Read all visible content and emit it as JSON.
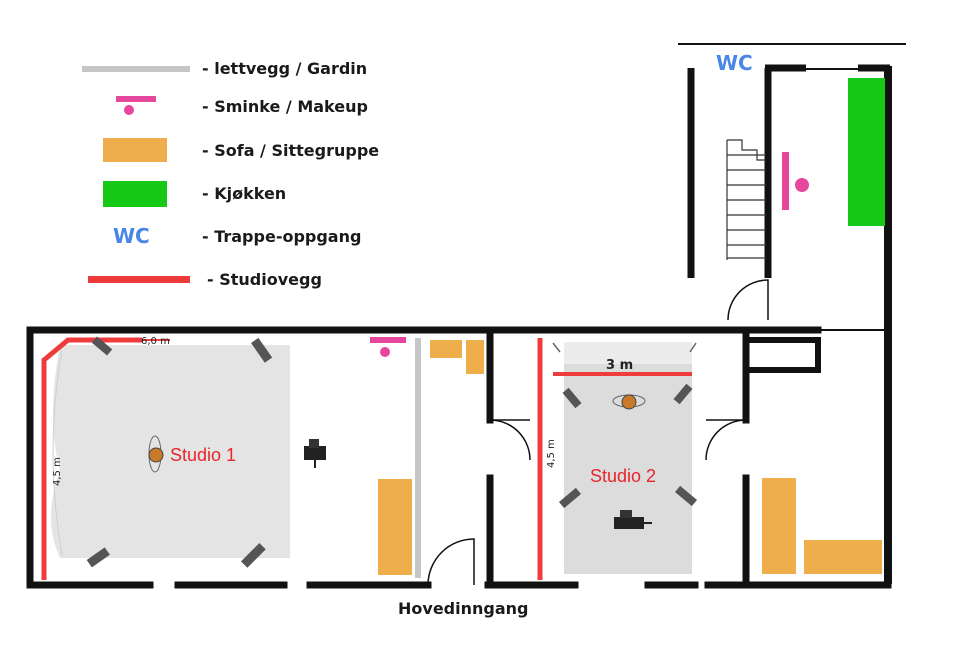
{
  "colors": {
    "wall": "#111111",
    "light_wall": "#c6c6c6",
    "makeup": "#e6479c",
    "sofa": "#eeae4b",
    "kitchen": "#17c917",
    "wc": "#4a86e8",
    "studio_wall": "#ee3b3b"
  },
  "legend": [
    {
      "key": "light_wall",
      "label": "- lettvegg / Gardin"
    },
    {
      "key": "makeup",
      "label": "- Sminke / Makeup"
    },
    {
      "key": "sofa",
      "label": "- Sofa / Sittegruppe"
    },
    {
      "key": "kitchen",
      "label": "- Kjøkken"
    },
    {
      "key": "wc",
      "symbol": "WC",
      "label": "- Trappe-oppgang"
    },
    {
      "key": "studio_wall",
      "label": "- Studiovegg"
    }
  ],
  "labels": {
    "wc_top": "WC",
    "studio1": "Studio 1",
    "studio2": "Studio 2",
    "studio1_width": "6,0 m",
    "studio1_depth": "4,5 m",
    "studio2_width": "3 m",
    "studio2_depth": "4,5 m",
    "entrance": "Hovedinngang"
  }
}
